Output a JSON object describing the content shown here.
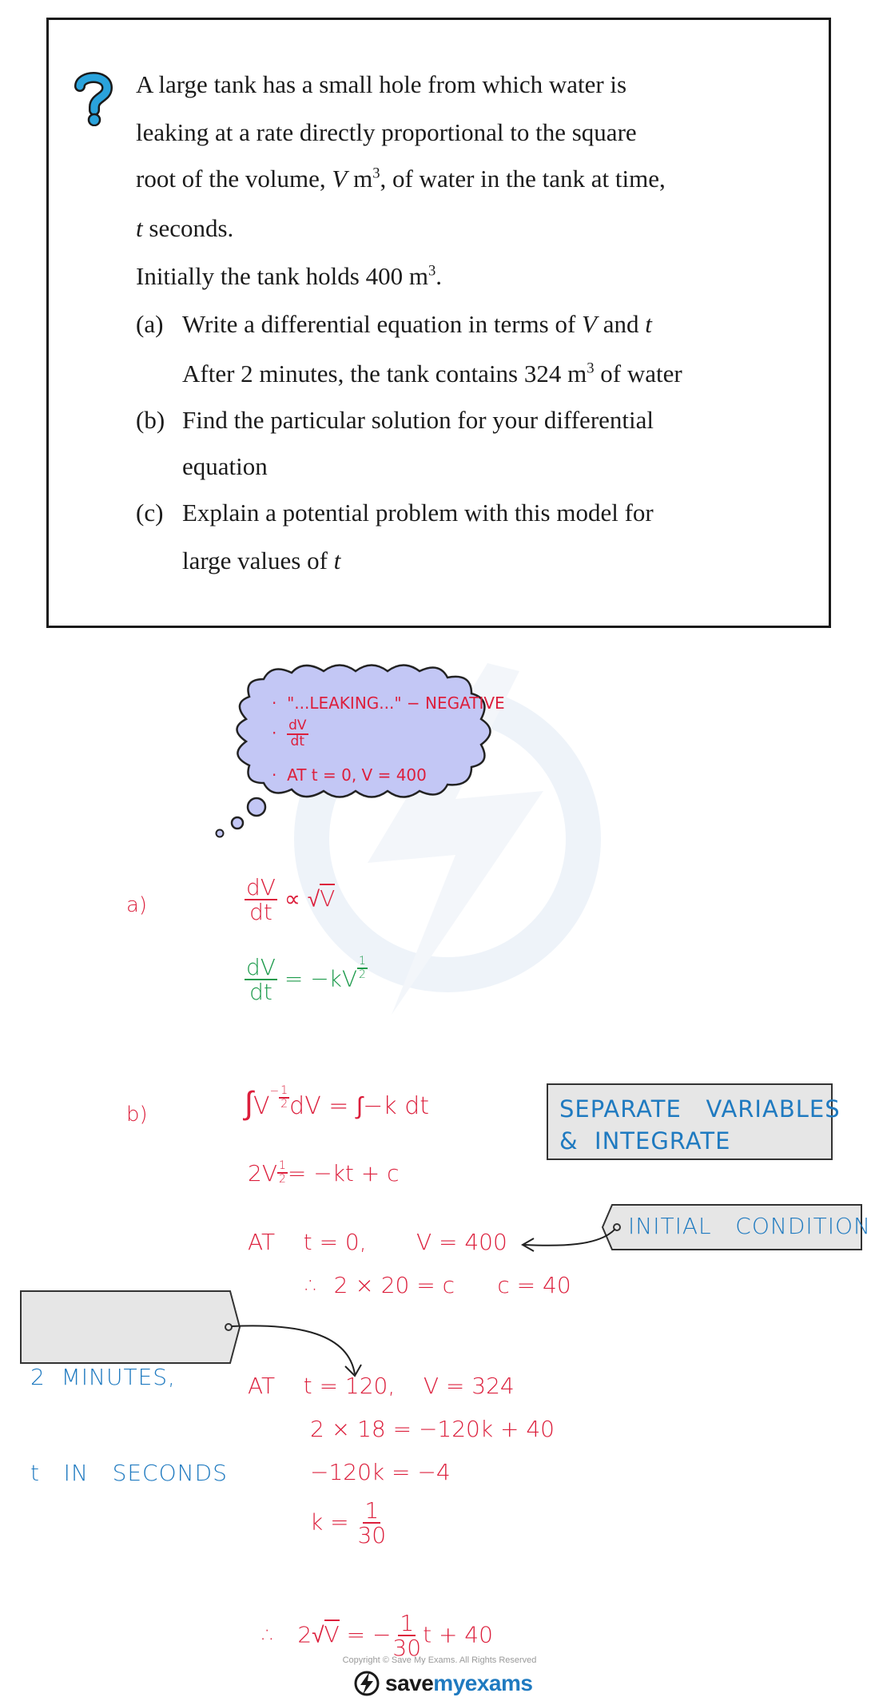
{
  "question": {
    "icon": "question-mark-icon",
    "lines": [
      "A large tank has a small hole from which water is",
      "leaking at a rate directly proportional to the square",
      "root of the volume,",
      "t",
      "Initially the tank holds"
    ],
    "line3_rest": ", of water in the tank at time,",
    "line3_var": "V",
    "line3_unit": "m",
    "line4_rest": " seconds.",
    "initial_value": "400",
    "unit_m": "m",
    "sup3": "3",
    "period": ".",
    "parts": [
      {
        "label": "(a)",
        "text": "Write a differential equation in terms of",
        "var1": "V",
        "and": " and ",
        "var2": "t"
      },
      {
        "label": "",
        "text": "After 2 minutes, the tank contains",
        "value": "324",
        "unit": "m",
        "rest": " of water"
      },
      {
        "label": "(b)",
        "text": "Find the particular solution for your differential"
      },
      {
        "label": "",
        "text": "equation"
      },
      {
        "label": "(c)",
        "text": "Explain a potential problem with this model for"
      },
      {
        "label": "",
        "text": "large values of",
        "var": "t"
      }
    ]
  },
  "thought_bubble": {
    "items": [
      "\"...LEAKING...\" − NEGATIVE",
      "dV",
      "dt",
      "AT   t = 0,  V = 400"
    ],
    "bullet": "·"
  },
  "solution": {
    "a_label": "a)",
    "a_line1": {
      "num": "dV",
      "den": "dt",
      "rest": "∝",
      "root": "V"
    },
    "a_line2": {
      "num": "dV",
      "den": "dt",
      "rest": "= −kV",
      "exp": "1",
      "exp_den": "2"
    },
    "b_label": "b)",
    "b_line1": {
      "int": "∫",
      "v": "V",
      "exp_sign": "−",
      "exp_num": "1",
      "exp_den": "2",
      "rest": "dV = ∫−k dt"
    },
    "b_line2": {
      "lead": "2V",
      "exp_num": "1",
      "exp_den": "2",
      "rest": "= −kt + c"
    },
    "b_line3": "AT    t = 0,       V = 400",
    "b_line4": "∴  2 × 20 = c      c = 40",
    "b_line5": "AT    t = 120,    V = 324",
    "b_line6": "2 × 18 = −120k + 40",
    "b_line7": "−120k = −4",
    "b_line8": {
      "lead": "k =",
      "num": "1",
      "den": "30"
    },
    "b_final": {
      "lead": "∴   2",
      "root": "V",
      "eq": "= −",
      "num": "1",
      "den": "30",
      "rest": "t + 40"
    }
  },
  "notes": {
    "separate": [
      "SEPARATE   VARIABLES",
      "&  INTEGRATE"
    ],
    "initial": "INITIAL   CONDITION",
    "minutes": [
      "2  MINUTES,",
      "t   IN   SECONDS"
    ]
  },
  "footer": {
    "copyright": "Copyright © Save My Exams. All Rights Reserved",
    "brand_save": "save",
    "brand_my": "my",
    "brand_exams": "exams"
  },
  "colors": {
    "red": "#dc1f3c",
    "green": "#1c9a4b",
    "blue": "#1f7ac0"
  }
}
